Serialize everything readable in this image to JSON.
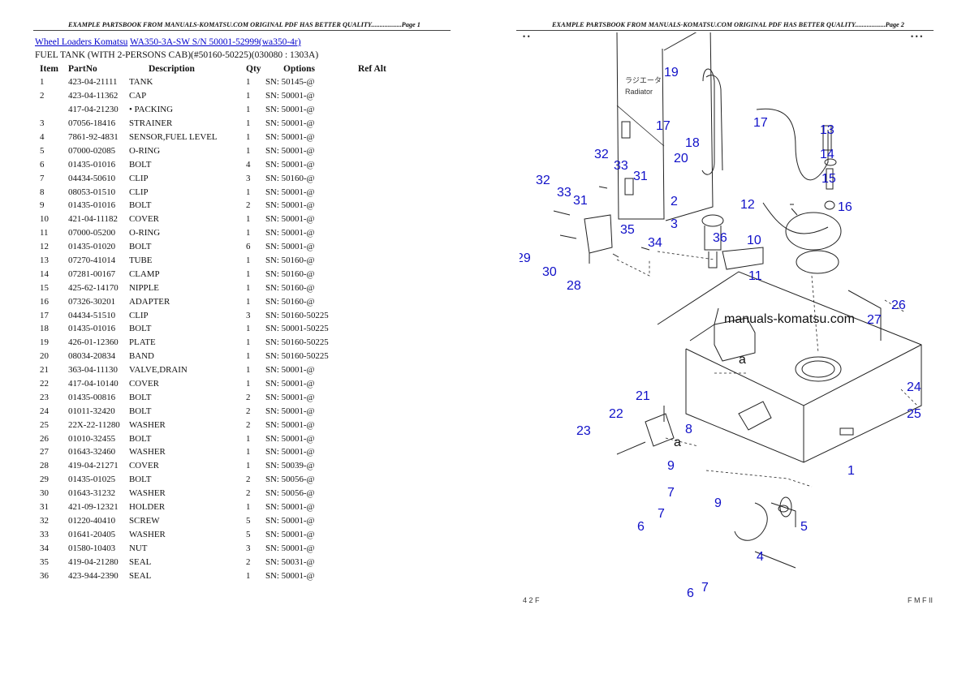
{
  "page1": {
    "header": "EXAMPLE PARTSBOOK FROM MANUALS-KOMATSU.COM ORIGINAL PDF HAS BETTER QUALITY..................Page 1"
  },
  "page2": {
    "header": "EXAMPLE PARTSBOOK FROM MANUALS-KOMATSU.COM ORIGINAL PDF HAS BETTER QUALITY..................Page 2"
  },
  "breadcrumb": {
    "link1": "Wheel Loaders Komatsu",
    "link2": "WA350-3A-SW S/N 50001-52999(wa350-4r)"
  },
  "subtitle": "FUEL TANK (WITH 2-PERSONS CAB)(#50160-50225)(030080 : 1303A)",
  "table": {
    "headers": [
      "Item",
      "PartNo",
      "Description",
      "Qty",
      "Options",
      "Ref Alt"
    ],
    "rows": [
      [
        "1",
        "423-04-21111",
        "TANK",
        "1",
        "SN: 50145-@",
        ""
      ],
      [
        "2",
        "423-04-11362",
        "CAP",
        "1",
        "SN: 50001-@",
        ""
      ],
      [
        "",
        "417-04-21230",
        "• PACKING",
        "1",
        "SN: 50001-@",
        ""
      ],
      [
        "3",
        "07056-18416",
        "STRAINER",
        "1",
        "SN: 50001-@",
        ""
      ],
      [
        "4",
        "7861-92-4831",
        "SENSOR,FUEL LEVEL",
        "1",
        "SN: 50001-@",
        ""
      ],
      [
        "5",
        "07000-02085",
        "O-RING",
        "1",
        "SN: 50001-@",
        ""
      ],
      [
        "6",
        "01435-01016",
        "BOLT",
        "4",
        "SN: 50001-@",
        ""
      ],
      [
        "7",
        "04434-50610",
        "CLIP",
        "3",
        "SN: 50160-@",
        ""
      ],
      [
        "8",
        "08053-01510",
        "CLIP",
        "1",
        "SN: 50001-@",
        ""
      ],
      [
        "9",
        "01435-01016",
        "BOLT",
        "2",
        "SN: 50001-@",
        ""
      ],
      [
        "10",
        "421-04-11182",
        "COVER",
        "1",
        "SN: 50001-@",
        ""
      ],
      [
        "11",
        "07000-05200",
        "O-RING",
        "1",
        "SN: 50001-@",
        ""
      ],
      [
        "12",
        "01435-01020",
        "BOLT",
        "6",
        "SN: 50001-@",
        ""
      ],
      [
        "13",
        "07270-41014",
        "TUBE",
        "1",
        "SN: 50160-@",
        ""
      ],
      [
        "14",
        "07281-00167",
        "CLAMP",
        "1",
        "SN: 50160-@",
        ""
      ],
      [
        "15",
        "425-62-14170",
        "NIPPLE",
        "1",
        "SN: 50160-@",
        ""
      ],
      [
        "16",
        "07326-30201",
        "ADAPTER",
        "1",
        "SN: 50160-@",
        ""
      ],
      [
        "17",
        "04434-51510",
        "CLIP",
        "3",
        "SN: 50160-50225",
        ""
      ],
      [
        "18",
        "01435-01016",
        "BOLT",
        "1",
        "SN: 50001-50225",
        ""
      ],
      [
        "19",
        "426-01-12360",
        "PLATE",
        "1",
        "SN: 50160-50225",
        ""
      ],
      [
        "20",
        "08034-20834",
        "BAND",
        "1",
        "SN: 50160-50225",
        ""
      ],
      [
        "21",
        "363-04-11130",
        "VALVE,DRAIN",
        "1",
        "SN: 50001-@",
        ""
      ],
      [
        "22",
        "417-04-10140",
        "COVER",
        "1",
        "SN: 50001-@",
        ""
      ],
      [
        "23",
        "01435-00816",
        "BOLT",
        "2",
        "SN: 50001-@",
        ""
      ],
      [
        "24",
        "01011-32420",
        "BOLT",
        "2",
        "SN: 50001-@",
        ""
      ],
      [
        "25",
        "22X-22-11280",
        "WASHER",
        "2",
        "SN: 50001-@",
        ""
      ],
      [
        "26",
        "01010-32455",
        "BOLT",
        "1",
        "SN: 50001-@",
        ""
      ],
      [
        "27",
        "01643-32460",
        "WASHER",
        "1",
        "SN: 50001-@",
        ""
      ],
      [
        "28",
        "419-04-21271",
        "COVER",
        "1",
        "SN: 50039-@",
        ""
      ],
      [
        "29",
        "01435-01025",
        "BOLT",
        "2",
        "SN: 50056-@",
        ""
      ],
      [
        "30",
        "01643-31232",
        "WASHER",
        "2",
        "SN: 50056-@",
        ""
      ],
      [
        "31",
        "421-09-12321",
        "HOLDER",
        "1",
        "SN: 50001-@",
        ""
      ],
      [
        "32",
        "01220-40410",
        "SCREW",
        "5",
        "SN: 50001-@",
        ""
      ],
      [
        "33",
        "01641-20405",
        "WASHER",
        "5",
        "SN: 50001-@",
        ""
      ],
      [
        "34",
        "01580-10403",
        "NUT",
        "3",
        "SN: 50001-@",
        ""
      ],
      [
        "35",
        "419-04-21280",
        "SEAL",
        "2",
        "SN: 50031-@",
        ""
      ],
      [
        "36",
        "423-944-2390",
        "SEAL",
        "1",
        "SN: 50001-@",
        ""
      ]
    ]
  },
  "diagram": {
    "watermark": "manuals-komatsu.com",
    "radiator_label": "Radiator",
    "radiator_jp": "ラジエータ",
    "callout_colors": "#1010c8",
    "callouts": [
      "19",
      "17",
      "18",
      "17",
      "20",
      "13",
      "14",
      "15",
      "16",
      "12",
      "32",
      "33",
      "31",
      "32",
      "33",
      "31",
      "2",
      "3",
      "36",
      "10",
      "11",
      "35",
      "34",
      "29",
      "30",
      "28",
      "26",
      "27",
      "24",
      "25",
      "a",
      "1",
      "21",
      "22",
      "23",
      "8",
      "a",
      "9",
      "7",
      "9",
      "7",
      "6",
      "4",
      "5",
      "6",
      "7"
    ],
    "corner_marks": {
      "tl": "• •",
      "tr": "• • •",
      "bl": "4 2 F",
      "br": "F M F II"
    }
  }
}
